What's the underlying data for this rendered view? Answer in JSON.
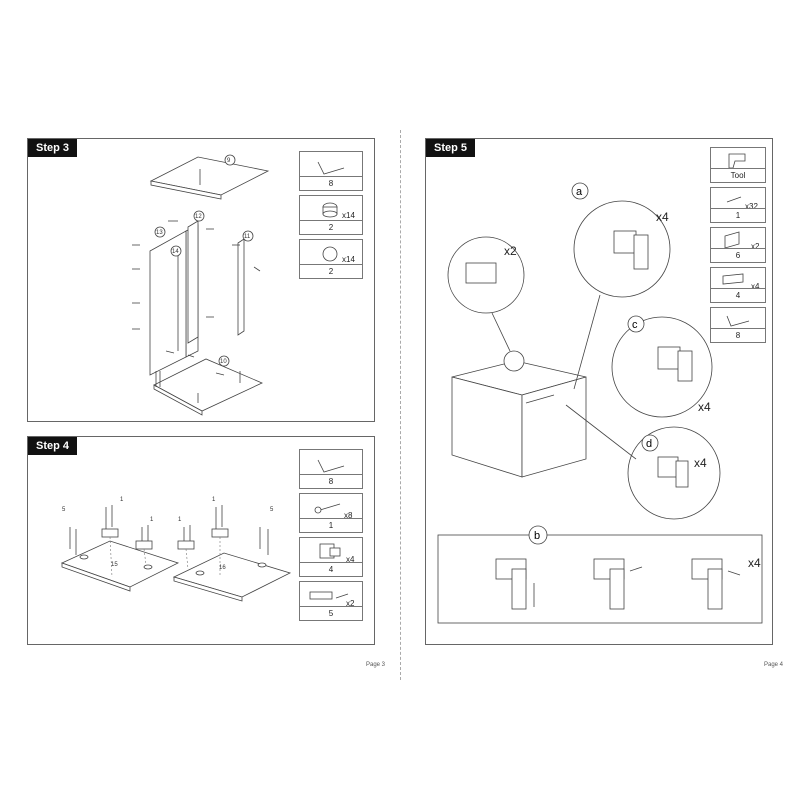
{
  "step3": {
    "title": "Step 3",
    "part_labels": [
      "9",
      "12",
      "13",
      "14",
      "11",
      "10"
    ],
    "parts": [
      {
        "icon": "allen-key-icon",
        "number": "8",
        "qty": ""
      },
      {
        "icon": "cam-lock-icon",
        "number": "2",
        "qty": "x14"
      },
      {
        "icon": "cam-cap-icon",
        "number": "2",
        "qty": "x14"
      }
    ]
  },
  "step4": {
    "title": "Step 4",
    "callouts": [
      "5",
      "1",
      "1",
      "5",
      "1",
      "1"
    ],
    "part_labels": [
      "15",
      "16"
    ],
    "parts": [
      {
        "icon": "allen-key-icon",
        "number": "8",
        "qty": ""
      },
      {
        "icon": "screw-icon",
        "number": "1",
        "qty": "x8"
      },
      {
        "icon": "hinge-icon",
        "number": "4",
        "qty": "x4"
      },
      {
        "icon": "dowel-icon",
        "number": "5",
        "qty": "x2"
      }
    ]
  },
  "step5": {
    "title": "Step 5",
    "detail_labels": {
      "a": "a",
      "b": "b",
      "c": "c",
      "d": "d"
    },
    "detail_multipliers": {
      "x2": "x2",
      "a": "x4",
      "c": "x4",
      "d": "x4",
      "b": "x4"
    },
    "parts": [
      {
        "icon": "drill-icon",
        "number": "Tool",
        "qty": ""
      },
      {
        "icon": "screw-icon",
        "number": "1",
        "qty": "x32"
      },
      {
        "icon": "bracket-icon",
        "number": "6",
        "qty": "x2"
      },
      {
        "icon": "hinge-plate-icon",
        "number": "4",
        "qty": "x4"
      },
      {
        "icon": "allen-key-icon",
        "number": "8",
        "qty": ""
      }
    ]
  },
  "pages": {
    "left": "Page 3",
    "right": "Page 4"
  }
}
